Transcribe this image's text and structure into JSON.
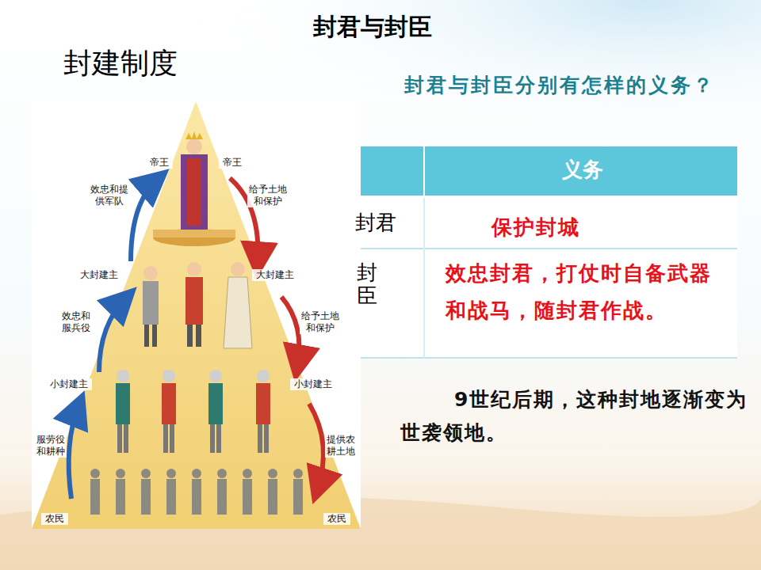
{
  "diagram": {
    "title": "封君与封臣",
    "labels": [
      "封建制度",
      "封君与封臣分别有怎样的义务？",
      "义务",
      "封君",
      "保护封城",
      "封臣",
      "效忠封君，打仗时自备武器和战马，随封君作战。",
      "9世纪后期，这种封地逐渐变为世袭领地。",
      "帝王",
      "帝王",
      "效忠和提供军队",
      "给予土地和保护",
      "大封建主",
      "大封建主",
      "效忠和服兵役",
      "给予土地和保护",
      "小封建主",
      "小封建主",
      "服劳役和耕种",
      "提供农耕土地",
      "农民",
      "农民"
    ]
  }
}
